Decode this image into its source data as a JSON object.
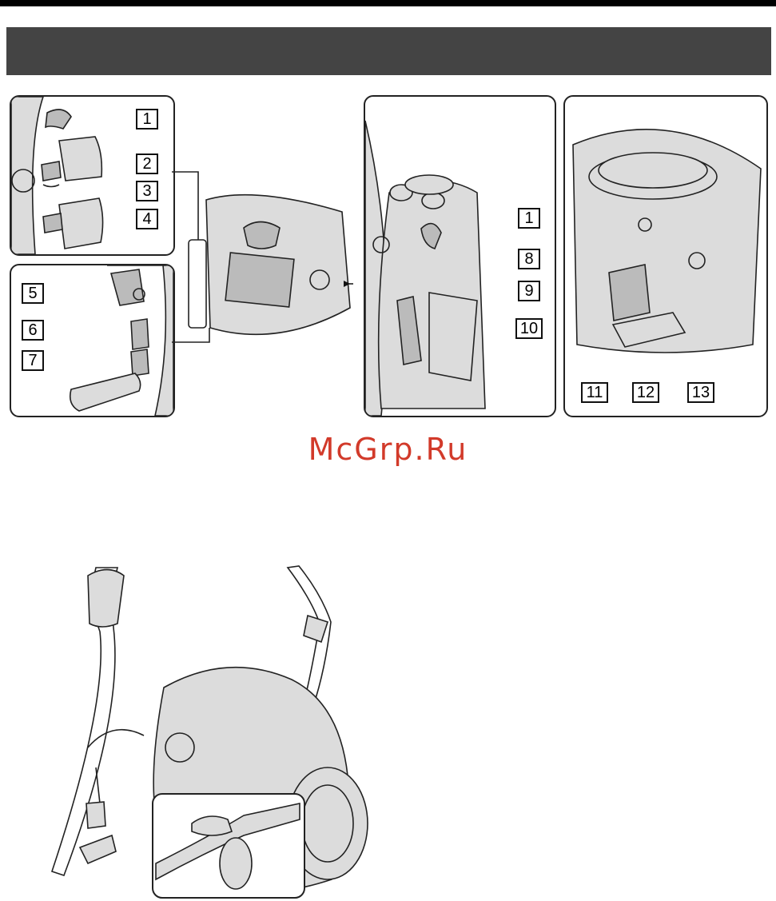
{
  "watermark": "McGrp.Ru",
  "labels": {
    "l1a": "1",
    "l2": "2",
    "l3": "3",
    "l4": "4",
    "l5": "5",
    "l6": "6",
    "l7": "7",
    "l1b": "1",
    "l8": "8",
    "l9": "9",
    "l10": "10",
    "l11": "11",
    "l12": "12",
    "l13": "13"
  }
}
